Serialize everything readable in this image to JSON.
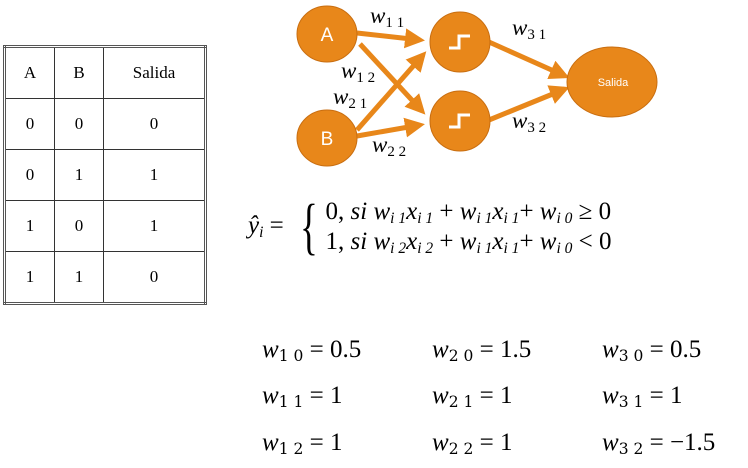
{
  "truth_table": {
    "headers": [
      "A",
      "B",
      "Salida"
    ],
    "rows": [
      [
        "0",
        "0",
        "0"
      ],
      [
        "0",
        "1",
        "1"
      ],
      [
        "1",
        "0",
        "1"
      ],
      [
        "1",
        "1",
        "0"
      ]
    ]
  },
  "network": {
    "color": "#E8871A",
    "nodes": {
      "a": "A",
      "b": "B",
      "out": "Salida"
    },
    "weights": {
      "w11": {
        "base": "w",
        "sub": "1 1"
      },
      "w12": {
        "base": "w",
        "sub": "1 2"
      },
      "w21": {
        "base": "w",
        "sub": "2 1"
      },
      "w22": {
        "base": "w",
        "sub": "2 2"
      },
      "w31": {
        "base": "w",
        "sub": "3 1"
      },
      "w32": {
        "base": "w",
        "sub": "3 2"
      }
    }
  },
  "formula": {
    "lhs": {
      "base": "ŷ",
      "sub": "i"
    },
    "eq": "=",
    "brace": "{",
    "lines": [
      [
        {
          "t": "0, ",
          "up": true
        },
        {
          "t": "si "
        },
        {
          "t": "w",
          "s": "i 1"
        },
        {
          "t": "x",
          "s": "i 1"
        },
        {
          "t": " + ",
          "up": true
        },
        {
          "t": "w",
          "s": "i 1"
        },
        {
          "t": "x",
          "s": "i 1"
        },
        {
          "t": "+ ",
          "up": true
        },
        {
          "t": "w",
          "s": "i 0"
        },
        {
          "t": " ≥ 0",
          "up": true
        }
      ],
      [
        {
          "t": "1, ",
          "up": true
        },
        {
          "t": "si "
        },
        {
          "t": "w",
          "s": "i 2"
        },
        {
          "t": "x",
          "s": "i 2"
        },
        {
          "t": " + ",
          "up": true
        },
        {
          "t": "w",
          "s": "i 1"
        },
        {
          "t": "x",
          "s": "i 1"
        },
        {
          "t": "+ ",
          "up": true
        },
        {
          "t": "w",
          "s": "i 0"
        },
        {
          "t": " < 0",
          "up": true
        }
      ]
    ]
  },
  "weight_values": [
    [
      {
        "base": "w",
        "sub": "1 0",
        "value": " = 0.5"
      },
      {
        "base": "w",
        "sub": "2 0",
        "value": " = 1.5"
      },
      {
        "base": "w",
        "sub": "3 0",
        "value": " = 0.5"
      }
    ],
    [
      {
        "base": "w",
        "sub": "1 1",
        "value": " = 1"
      },
      {
        "base": "w",
        "sub": "2 1",
        "value": " = 1"
      },
      {
        "base": "w",
        "sub": "3 1",
        "value": " = 1"
      }
    ],
    [
      {
        "base": "w",
        "sub": "1 2",
        "value": " = 1"
      },
      {
        "base": "w",
        "sub": "2 2",
        "value": " = 1"
      },
      {
        "base": "w",
        "sub": "3 2",
        "value": " = −1.5"
      }
    ]
  ]
}
